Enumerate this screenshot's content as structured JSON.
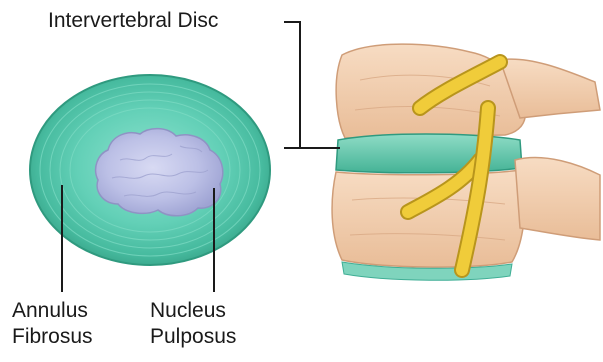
{
  "labels": {
    "intervertebral_disc": "Intervertebral Disc",
    "annulus_line1": "Annulus",
    "annulus_line2": "Fibrosus",
    "nucleus_line1": "Nucleus",
    "nucleus_line2": "Pulposus"
  },
  "colors": {
    "annulus": "#5fcfb4",
    "annulus_dark": "#3fae95",
    "nucleus": "#c3c6ea",
    "nucleus_edge": "#8f93c4",
    "bone": "#f3d2b6",
    "bone_shadow": "#d9a985",
    "nerve": "#f0cc3a",
    "nerve_edge": "#b8951c",
    "leader_line": "#1a1a1a"
  }
}
